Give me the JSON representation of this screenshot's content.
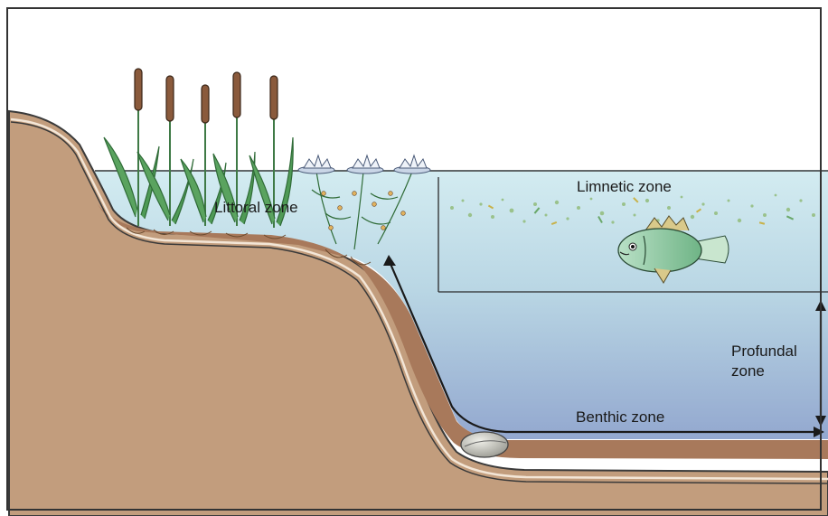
{
  "labels": {
    "littoral": "Littoral zone",
    "limnetic": "Limnetic zone",
    "profundal": "Profundal zone",
    "benthic": "Benthic zone"
  },
  "colors": {
    "frame": "#333333",
    "sky": "#ffffff",
    "water_top": "#d3ecf1",
    "water_bottom": "#93a8cf",
    "soil": "#c29d7d",
    "sediment": "#a8795b",
    "arrow": "#1a1a1a",
    "plant_green": "#4f9a56",
    "cattail_brown": "#8a5a3c",
    "fish_green": "#86c498",
    "lily_pad": "#c9d5e6"
  },
  "icons": [
    "cattail-icon",
    "water-lily-icon",
    "fish-icon",
    "clam-icon",
    "plankton-icon"
  ]
}
